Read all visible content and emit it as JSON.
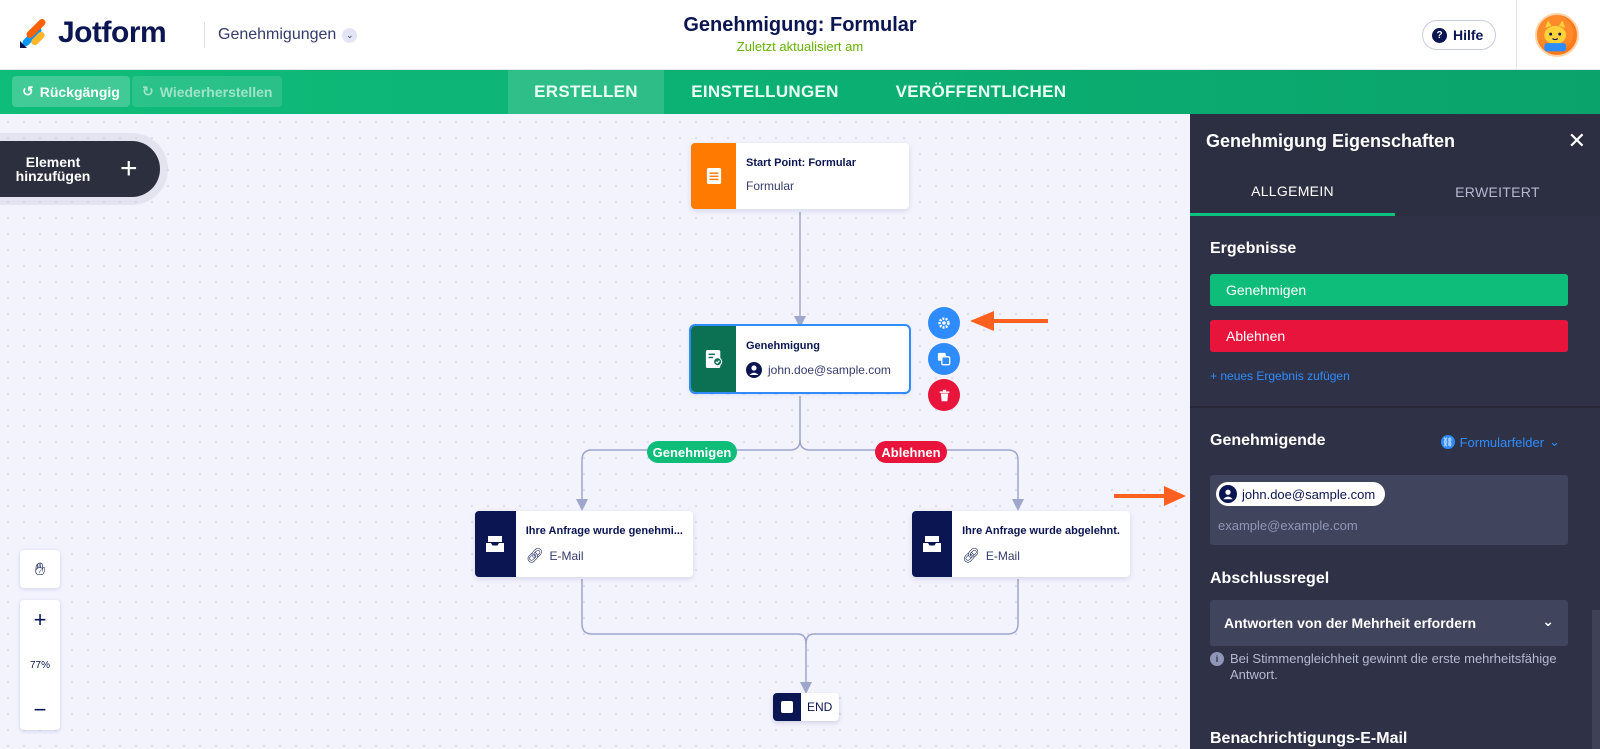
{
  "header": {
    "brand": "Jotform",
    "form_select": "Genehmigungen",
    "title": "Genehmigung: Formular",
    "subtitle": "Zuletzt aktualisiert am",
    "help_label": "Hilfe"
  },
  "toolbar": {
    "undo_label": "Rückgängig",
    "redo_label": "Wiederherstellen",
    "tabs": [
      {
        "label": "ERSTELLEN",
        "active": true
      },
      {
        "label": "EINSTELLUNGEN",
        "active": false
      },
      {
        "label": "VERÖFFENTLICHEN",
        "active": false
      }
    ]
  },
  "canvas": {
    "add_element_label": "Element hinzufügen",
    "nodes": {
      "start": {
        "title": "Start Point: Formular",
        "subtitle": "Formular"
      },
      "approval": {
        "title": "Genehmigung",
        "assignee": "john.doe@sample.com"
      },
      "approved_email": {
        "title": "Ihre Anfrage wurde genehmi...",
        "subtitle": "E-Mail"
      },
      "rejected_email": {
        "title": "Ihre Anfrage wurde abgelehnt.",
        "subtitle": "E-Mail"
      },
      "end": {
        "label": "END"
      }
    },
    "branches": {
      "approve": "Genehmigen",
      "reject": "Ablehnen"
    },
    "zoom_level": "77%"
  },
  "panel": {
    "title": "Genehmigung Eigenschaften",
    "tabs": [
      {
        "label": "ALLGEMEIN",
        "active": true
      },
      {
        "label": "ERWEITERT",
        "active": false
      }
    ],
    "results_title": "Ergebnisse",
    "results": [
      {
        "label": "Genehmigen",
        "color": "#0ebd7a"
      },
      {
        "label": "Ablehnen",
        "color": "#e8143c"
      }
    ],
    "add_result_label": "+ neues Ergebnis zufügen",
    "approvers_title": "Genehmigende",
    "form_fields_label": "Formularfelder",
    "approver_chip": "john.doe@sample.com",
    "approver_placeholder": "example@example.com",
    "completion_rule_title": "Abschlussregel",
    "completion_rule_value": "Antworten von der Mehrheit erfordern",
    "tie_note": "Bei Stimmengleichheit gewinnt die erste mehrheitsfähige Antwort.",
    "next_section_title": "Benachrichtigungs-E-Mail"
  },
  "colors": {
    "accent_green": "#0ebd7a",
    "reject_red": "#e8143c",
    "link_blue": "#2f8cff",
    "navy": "#0a1551",
    "form_orange": "#ff7a00",
    "arrow_orange": "#ff5f1f"
  }
}
